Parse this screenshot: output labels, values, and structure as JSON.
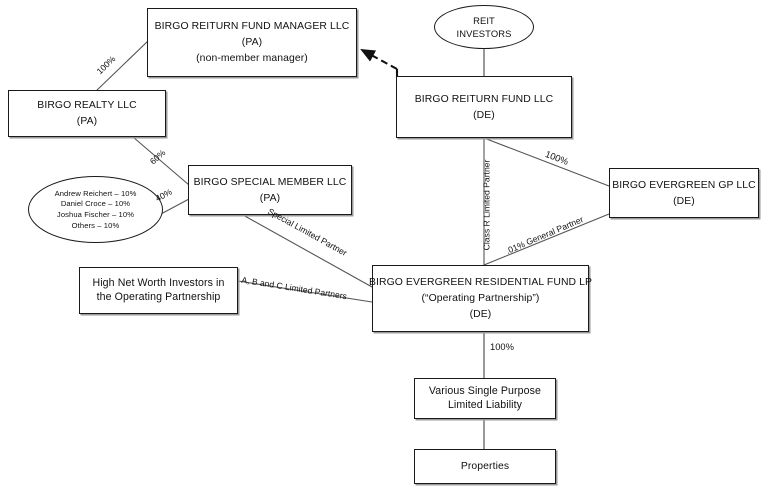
{
  "diagram": {
    "title": "Birgo Reiturn Fund Organizational Structure",
    "type": "org-chart",
    "background_color": "#ffffff",
    "line_color": "#333333",
    "text_color": "#111111"
  },
  "nodes": [
    {
      "id": "reiturn-fund-manager",
      "shape": "box",
      "lines": [
        "BIRGO REITURN FUND MANAGER LLC",
        "(PA)",
        "(non-member manager)"
      ]
    },
    {
      "id": "reit-investors",
      "shape": "ellipse",
      "lines": [
        "REIT",
        "INVESTORS"
      ]
    },
    {
      "id": "reiturn-fund",
      "shape": "box",
      "lines": [
        "BIRGO REITURN FUND LLC",
        "(DE)"
      ]
    },
    {
      "id": "birgo-realty",
      "shape": "box",
      "lines": [
        "BIRGO REALTY LLC",
        "(PA)"
      ]
    },
    {
      "id": "individual-owners",
      "shape": "ellipse",
      "lines": [
        "Andrew Reichert – 10%",
        "Daniel Croce – 10%",
        "Joshua Fischer – 10%",
        "Others – 10%"
      ]
    },
    {
      "id": "special-member",
      "shape": "box",
      "lines": [
        "BIRGO SPECIAL MEMBER LLC",
        "(PA)"
      ]
    },
    {
      "id": "evergreen-gp",
      "shape": "box",
      "lines": [
        "BIRGO EVERGREEN GP LLC",
        "(DE)"
      ]
    },
    {
      "id": "high-net-worth",
      "shape": "box",
      "lines": [
        "High Net Worth Investors in",
        "the Operating Partnership"
      ]
    },
    {
      "id": "operating-partnership",
      "shape": "box",
      "lines": [
        "BIRGO EVERGREEN RESIDENTIAL FUND LP",
        "(“Operating Partnership”)",
        "(DE)"
      ]
    },
    {
      "id": "spe-llcs",
      "shape": "box",
      "lines": [
        "Various Single Purpose",
        "Limited Liability"
      ]
    },
    {
      "id": "properties",
      "shape": "box",
      "lines": [
        "Properties"
      ]
    }
  ],
  "edge_labels": {
    "realty_to_manager": "100%",
    "realty_to_special_member": "60%",
    "owners_to_special_member": "40%",
    "special_member_to_op": "Special Limited Partner",
    "hnw_to_op": "A, B and C Limited Partners",
    "fund_to_op_class_r": "Class R Limited Partner",
    "fund_to_gp": "100%",
    "gp_to_op": ".01% General Partner",
    "op_to_spe": "100%"
  }
}
